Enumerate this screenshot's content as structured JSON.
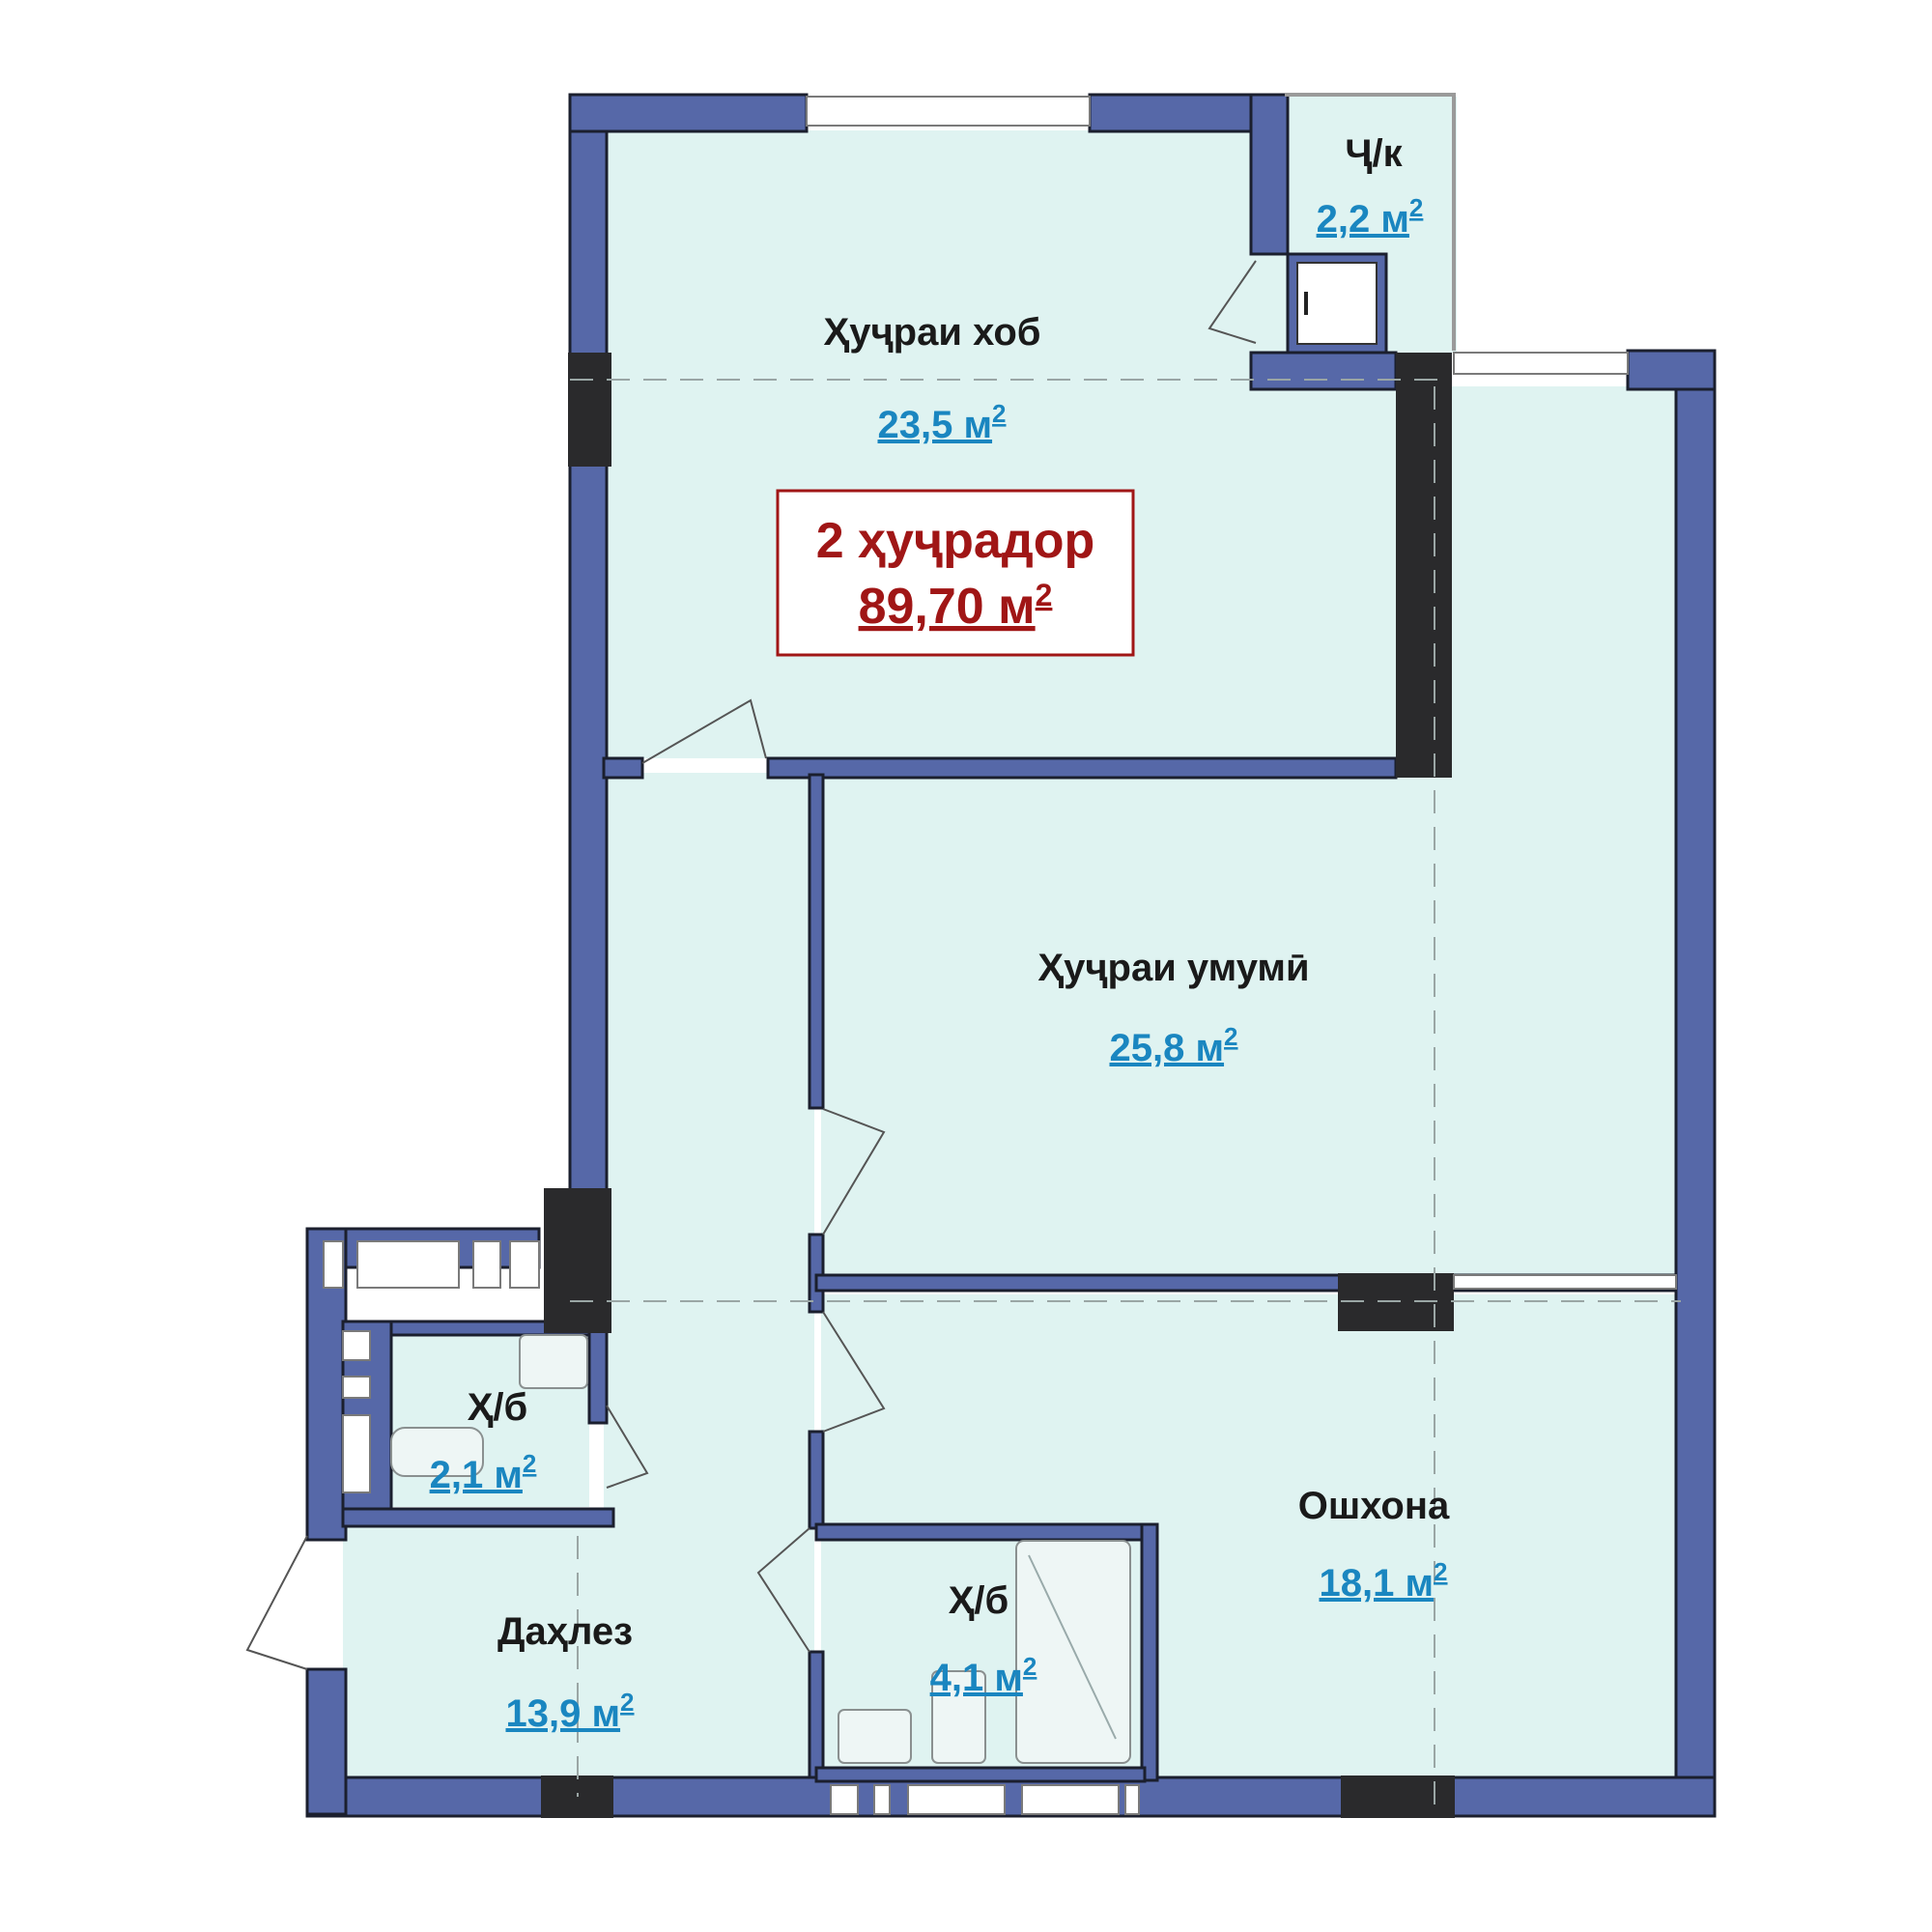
{
  "colors": {
    "floor": "#dff3f1",
    "wall": "#5668a8",
    "wall_outline": "#1b1f2e",
    "column": "#2a2a2c",
    "window": "#ffffff",
    "title_accent": "#a01616",
    "area_text": "#1a86c0"
  },
  "apartment": {
    "title": "2 ҳуҷрадор",
    "total_area": "89,70 м",
    "sup": "2"
  },
  "rooms": [
    {
      "id": "bedroom",
      "name": "Ҳуҷраи хоб",
      "area": "23,5 м",
      "sup": "2"
    },
    {
      "id": "balcony",
      "name": "Ҷ/к",
      "area": "2,2 м",
      "sup": "2"
    },
    {
      "id": "living",
      "name": "Ҳуҷраи умумӣ",
      "area": "25,8 м",
      "sup": "2"
    },
    {
      "id": "bath-small",
      "name": "Ҳ/б",
      "area": "2,1 м",
      "sup": "2"
    },
    {
      "id": "kitchen",
      "name": "Ошхона",
      "area": "18,1 м",
      "sup": "2"
    },
    {
      "id": "bath-large",
      "name": "Ҳ/б",
      "area": "4,1 м",
      "sup": "2"
    },
    {
      "id": "hallway",
      "name": "Даҳлез",
      "area": "13,9 м",
      "sup": "2"
    }
  ]
}
